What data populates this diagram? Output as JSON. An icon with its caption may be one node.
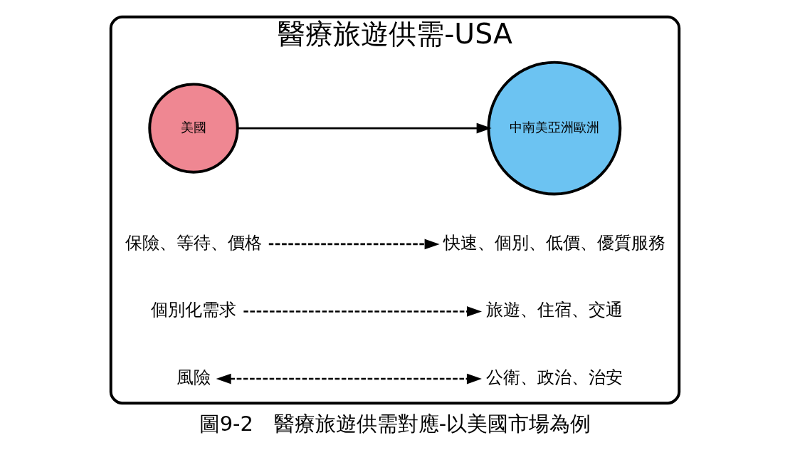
{
  "diagram": {
    "caption": "圖9-2　醫療旅遊供需對應-以美國市場為例",
    "nodes": [
      {
        "text": [
          "醫療旅遊供需-USA"
        ]
      },
      {
        "text": [
          "美國"
        ],
        "in": 0
      },
      {
        "text": [
          "中南美亞洲歐洲"
        ],
        "in": 0
      },
      {
        "text": [
          "保險、等待、價格"
        ],
        "in": 0
      },
      {
        "text": [
          "快速、個別、低價、優質服務"
        ],
        "in": 0
      },
      {
        "text": [
          "個別化需求"
        ],
        "in": 0
      },
      {
        "text": [
          "旅遊、住宿、交通"
        ],
        "in": 0
      },
      {
        "text": [
          "風險"
        ],
        "in": 0
      },
      {
        "text": [
          "公衛、政治、治安"
        ],
        "in": 0
      }
    ],
    "edges": [
      {
        "from": 1,
        "to": 2,
        "arrow": "to"
      },
      {
        "from": 3,
        "to": 4,
        "arrow": "to",
        "style": "dashed"
      },
      {
        "from": 5,
        "to": 6,
        "arrow": "to",
        "style": "dashed"
      },
      {
        "from": 7,
        "to": 8,
        "arrow": "both",
        "style": "dashed"
      }
    ]
  }
}
